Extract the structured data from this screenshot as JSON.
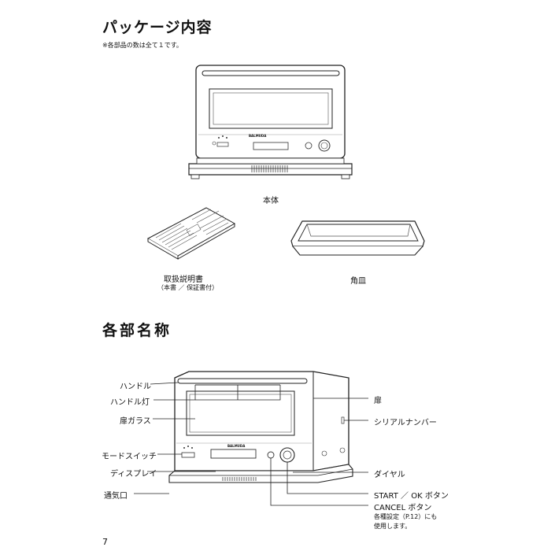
{
  "package_section": {
    "title": "パッケージ内容",
    "note": "※各部品の数は全て１です。",
    "items": {
      "main_unit": "本体",
      "manual": "取扱説明書",
      "manual_sub": "（本書 ／ 保証書付）",
      "tray": "角皿"
    },
    "brand_logo": "BALMUDA"
  },
  "parts_section": {
    "title": "各部名称",
    "labels_left": {
      "handle": "ハンドル",
      "handle_light": "ハンドル灯",
      "door_glass": "扉ガラス",
      "mode_switch": "モードスイッチ",
      "display": "ディスプレイ",
      "vent": "通気口"
    },
    "labels_right": {
      "door": "扉",
      "serial": "シリアルナンバー",
      "dial": "ダイヤル",
      "start_ok": "START ／ OK ボタン",
      "cancel": "CANCEL ボタン",
      "cancel_note_1": "各種設定（P.12）にも",
      "cancel_note_2": "使用します。"
    }
  },
  "page_number": "7"
}
